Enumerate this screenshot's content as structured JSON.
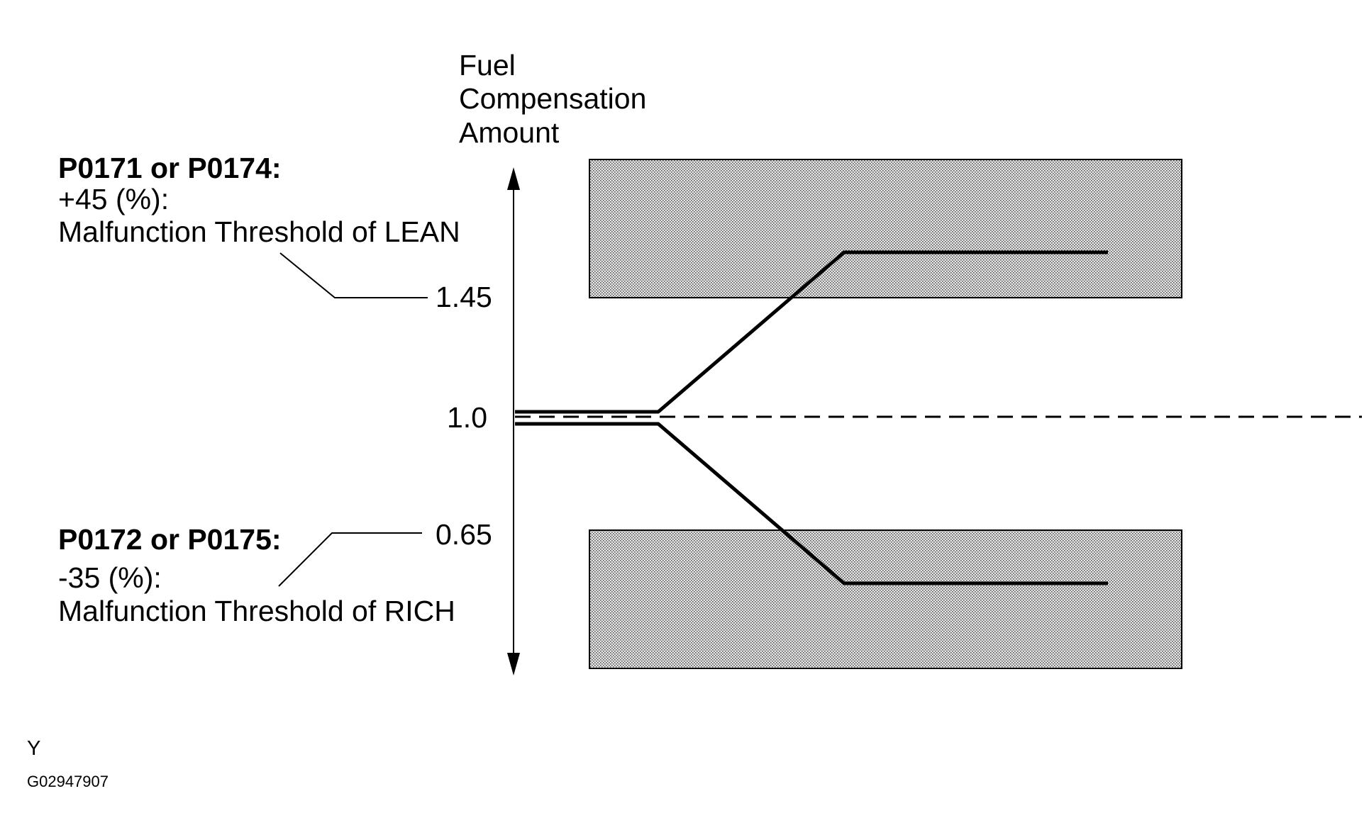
{
  "y_axis": {
    "label_lines": [
      "Fuel",
      "Compensation",
      "Amount"
    ],
    "ticks": [
      "1.45",
      "1.0",
      "0.65"
    ]
  },
  "lean": {
    "codes": "P0171 or P0174:",
    "percent": "+45 (%):",
    "description": "Malfunction Threshold of LEAN"
  },
  "rich": {
    "codes": "P0172 or P0175:",
    "percent": "-35 (%):",
    "description": "Malfunction Threshold of RICH"
  },
  "corner_letter": "Y",
  "figure_id": "G02947907",
  "colors": {
    "ink": "#000000",
    "zone_fill": "#d9d9d9",
    "background": "#ffffff"
  }
}
